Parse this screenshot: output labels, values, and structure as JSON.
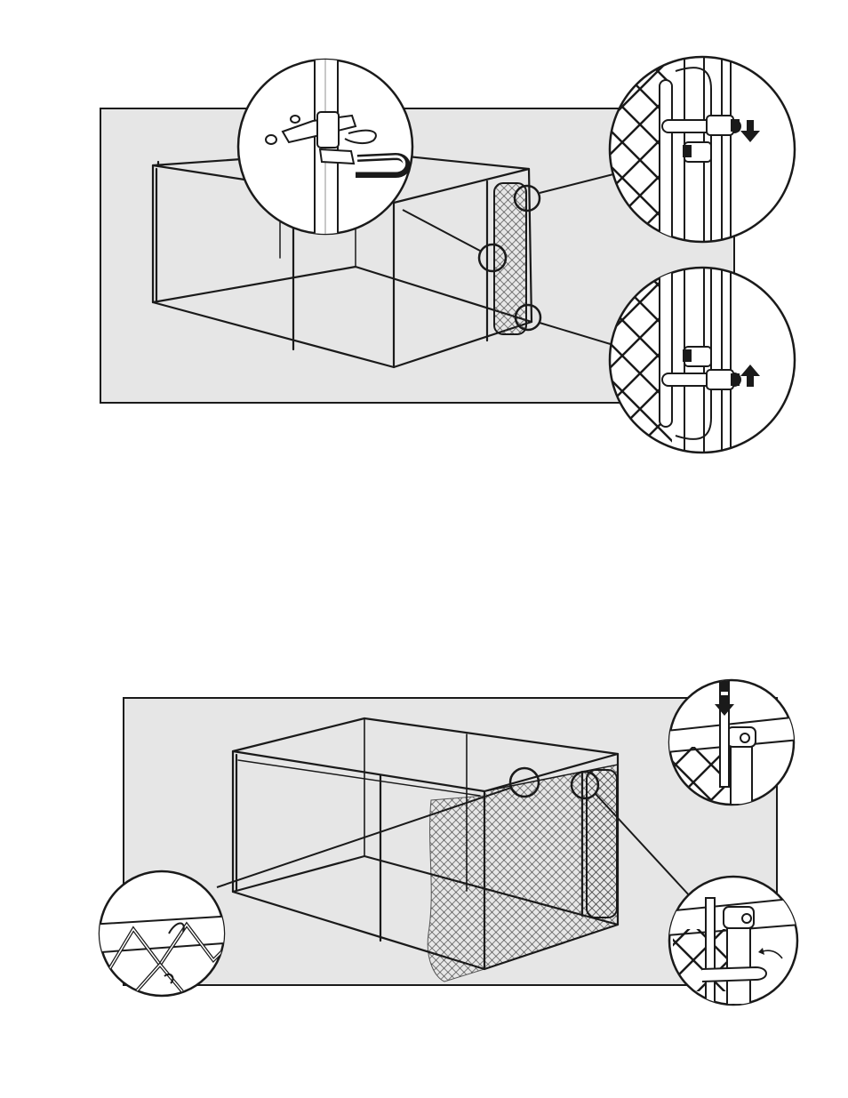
{
  "colors": {
    "panel_fill": "#e6e6e6",
    "line": "#1a1a1a",
    "background": "#ffffff"
  },
  "figures": [
    {
      "id": "gate-latch-installation",
      "callouts": [
        "gate-latch-detail",
        "upper-hinge-detail",
        "lower-hinge-detail"
      ],
      "arrows": [
        "down-arrow-icon",
        "up-arrow-icon"
      ]
    },
    {
      "id": "chain-link-mesh-installation",
      "callouts": [
        "top-rail-insert-detail",
        "mesh-tie-wire-detail",
        "rail-clamp-detail"
      ],
      "arrows": [
        "down-arrow-icon",
        "rotate-arrow-icon"
      ]
    }
  ]
}
